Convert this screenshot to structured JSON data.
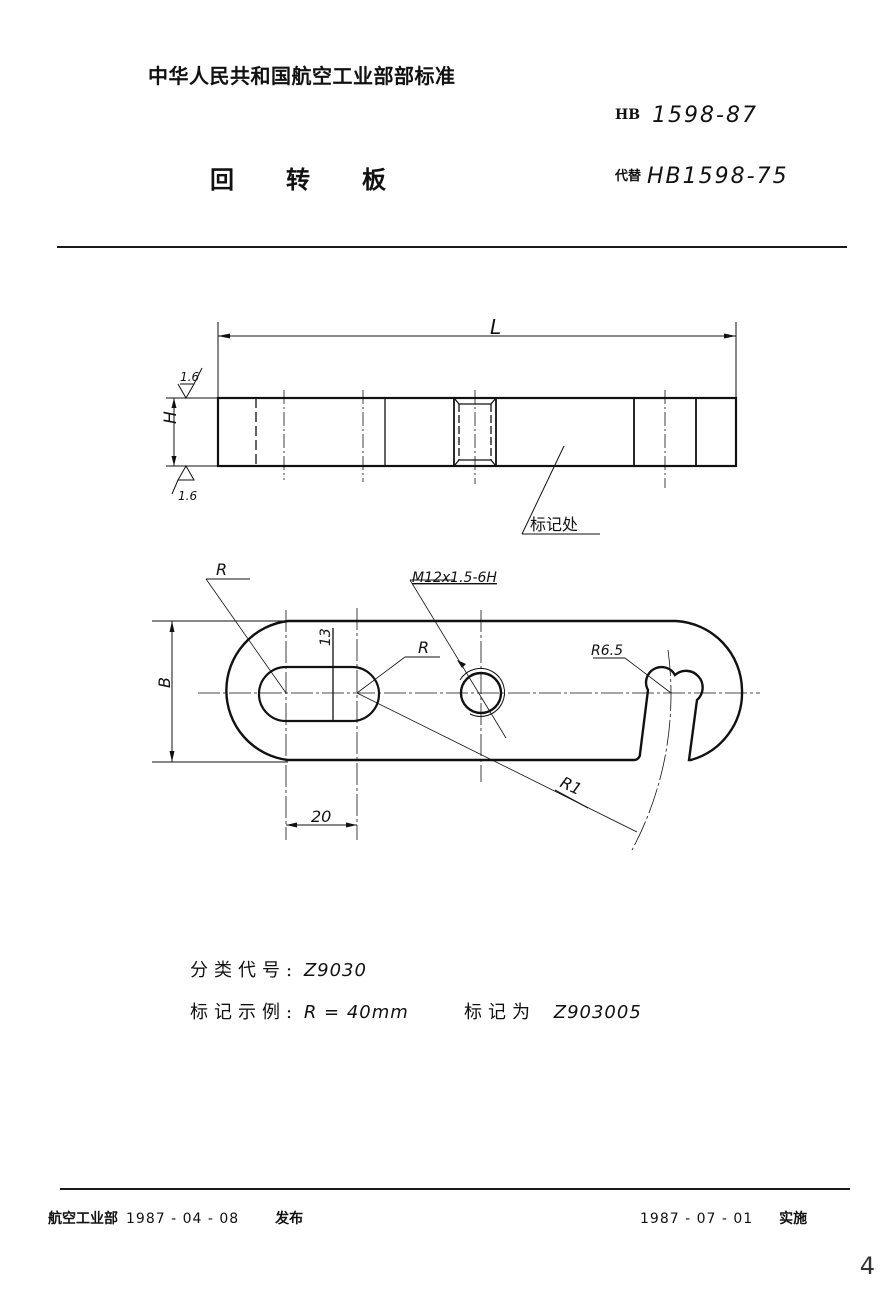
{
  "header": {
    "standard_title": "中华人民共和国航空工业部部标准",
    "doc_title_chars": [
      "回",
      "转",
      "板"
    ],
    "code_prefix": "HB",
    "code_number": "1598-87",
    "replace_prefix": "代替",
    "replace_code": "HB1598-75"
  },
  "drawing": {
    "side_view": {
      "length_label": "L",
      "height_label": "H",
      "surface_roughness_top": "1.6",
      "surface_roughness_bottom": "1.6",
      "marking_location_label": "标记处"
    },
    "top_view": {
      "radius_label_left": "R",
      "radius_label_slot": "R",
      "thread_label": "M12x1.5-6H",
      "hook_radius_label": "R6.5",
      "radius_r1_label": "R1",
      "width_label": "B",
      "slot_width_label": "13",
      "slot_length_label": "20"
    }
  },
  "notes": {
    "classification_label": "分类代号:",
    "classification_value": "Z9030",
    "marking_example_label": "标记示例:",
    "marking_example_value": "R = 40mm",
    "marking_label": "标记为",
    "marking_value": "Z903005"
  },
  "footer": {
    "issuer": "航空工业部",
    "issue_date": "1987 - 04 - 08",
    "issue_label": "发布",
    "effective_date": "1987 - 07 - 01",
    "effective_label": "实施"
  },
  "page_number": "4"
}
